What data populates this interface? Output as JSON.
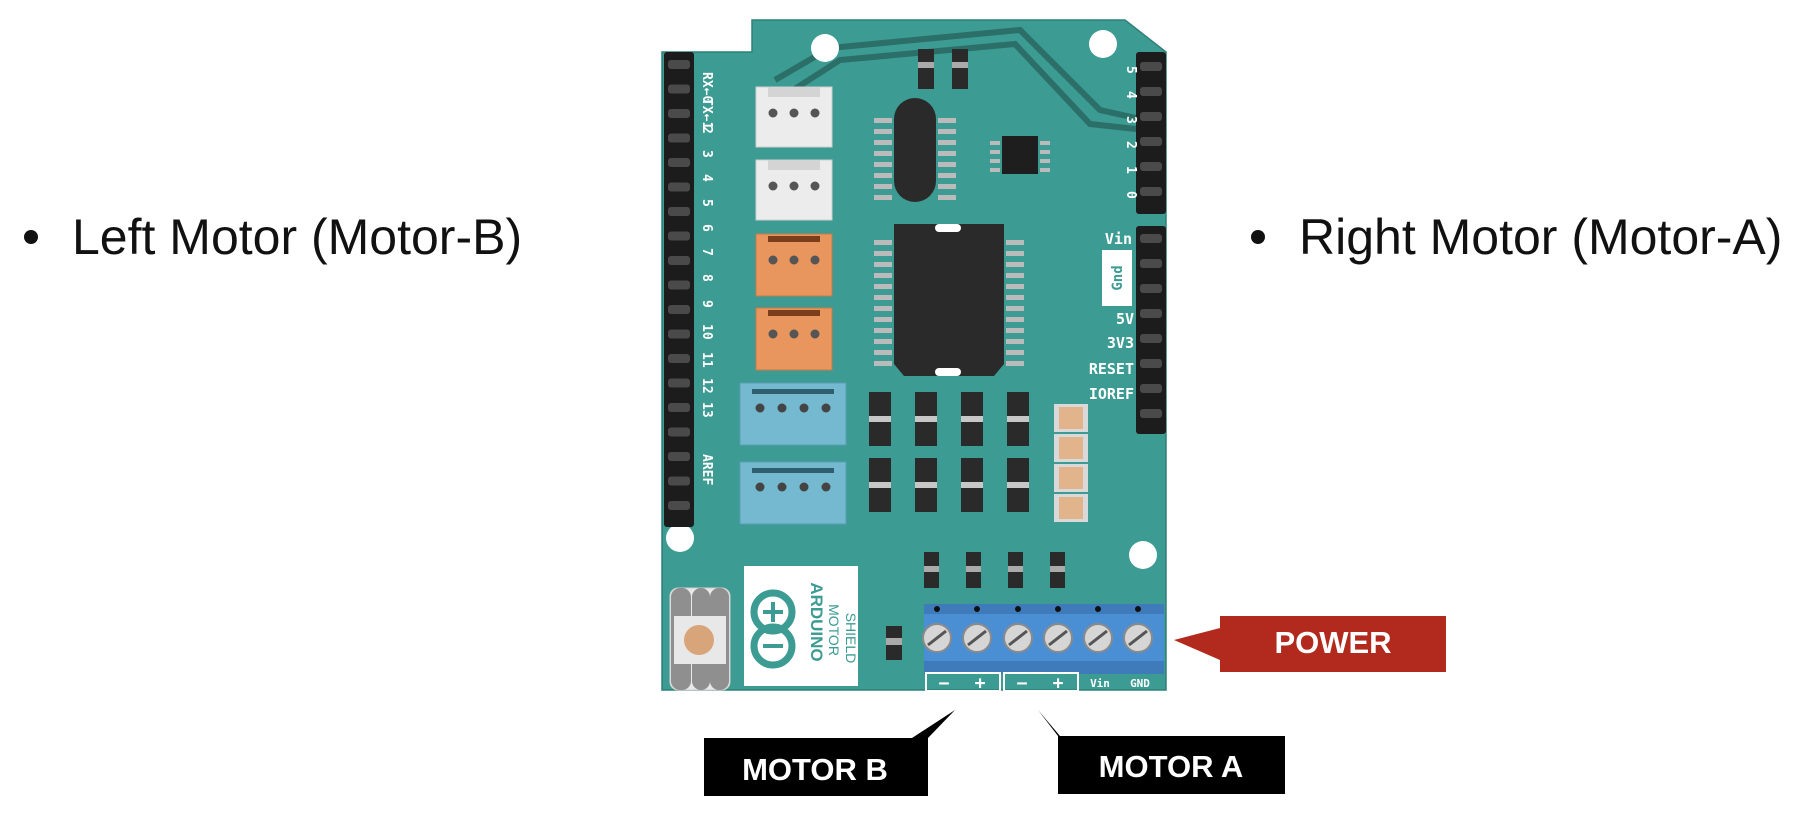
{
  "bullets": {
    "left": "Left Motor (Motor-B)",
    "right": "Right Motor (Motor-A)"
  },
  "callouts": {
    "power": "POWER",
    "motor_b": "MOTOR B",
    "motor_a": "MOTOR A"
  },
  "board": {
    "pins_left": [
      "RX←0",
      "TX←1",
      "2",
      "3",
      "4",
      "5",
      "6",
      "7",
      "8",
      "9",
      "10",
      "11",
      "12",
      "13",
      "AREF"
    ],
    "pins_right_digital": [
      "5",
      "4",
      "3",
      "2",
      "1",
      "0"
    ],
    "power_pins": [
      "Vin",
      "Gnd",
      "5V",
      "3V3",
      "RESET",
      "IOREF"
    ],
    "logo_name": "ARDUINO",
    "logo_line2": "MOTOR",
    "logo_line3": "SHIELD",
    "terminal_labels": [
      "−",
      "+",
      "−",
      "+",
      "Vin",
      "GND"
    ]
  },
  "colors": {
    "board": "#3c9b92",
    "callout_power": "#b22a1e",
    "callout_motor": "#000000",
    "terminal_block": "#4a8fd4"
  }
}
